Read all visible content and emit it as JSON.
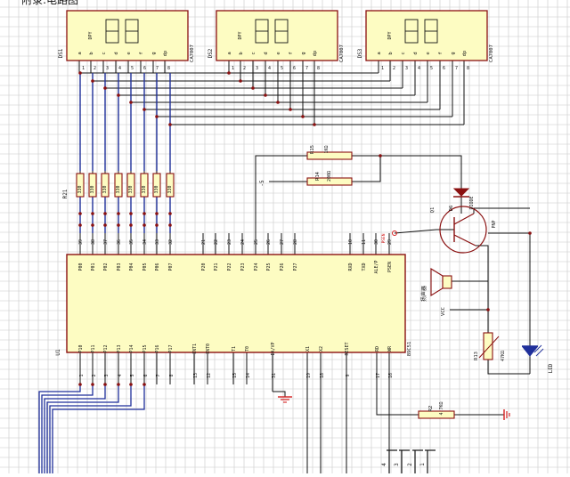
{
  "heading": "附录:电路图",
  "colors": {
    "grid": "#c8c8c8",
    "wire": "#101010",
    "bus": "#1f2f9a",
    "component": "#8a1010",
    "fill": "#fdfcc2",
    "pin_text": "#141414",
    "accent": "#d62020"
  },
  "displays": [
    {
      "ref": "DS1",
      "part": "CA7007"
    },
    {
      "ref": "DS2",
      "part": "CA7007"
    },
    {
      "ref": "DS3",
      "part": "CA7007"
    }
  ],
  "display_pins": [
    "a",
    "b",
    "c",
    "d",
    "e",
    "f",
    "g",
    "dp"
  ],
  "display_pin_numbers": [
    "1",
    "2",
    "3",
    "4",
    "5",
    "6",
    "7",
    "8"
  ],
  "display_corner": "DPY",
  "mcu": {
    "ref": "U1",
    "part": "89C51",
    "p0": [
      "P00",
      "P01",
      "P02",
      "P03",
      "P04",
      "P05",
      "P06",
      "P07"
    ],
    "p0_pins": [
      "39",
      "38",
      "37",
      "36",
      "35",
      "34",
      "33",
      "32"
    ],
    "p2": [
      "P20",
      "P21",
      "P22",
      "P23",
      "P24",
      "P25",
      "P26",
      "P27"
    ],
    "p2_pins": [
      "21",
      "22",
      "23",
      "24",
      "25",
      "26",
      "27",
      "28"
    ],
    "top_right": [
      "RXD",
      "TXD",
      "ALE/P",
      "PSEN"
    ],
    "top_right_pins": [
      "10",
      "11",
      "30",
      "29"
    ],
    "p1": [
      "P10",
      "P11",
      "P12",
      "P13",
      "P14",
      "P15",
      "P16",
      "P17"
    ],
    "p1_pins": [
      "1",
      "2",
      "3",
      "4",
      "5",
      "6",
      "7",
      "8"
    ],
    "bottom_mid": [
      "INT1",
      "INT0",
      "T1",
      "T0",
      "EA/VP",
      "X1",
      "X2",
      "RESET",
      "RD",
      "WR"
    ],
    "bottom_mid_pins": [
      "13",
      "12",
      "15",
      "14",
      "31",
      "19",
      "18",
      "9",
      "17",
      "16"
    ]
  },
  "resistors": {
    "network": {
      "ref": "R21",
      "values": [
        "330",
        "330",
        "330",
        "330",
        "330",
        "330",
        "330",
        "330"
      ]
    },
    "r15": {
      "ref": "R15",
      "value": "1KΩ"
    },
    "r14": {
      "ref": "R14",
      "value": "200Ω"
    },
    "r13": {
      "ref": "R13",
      "value": "47KΩ"
    },
    "r2": {
      "ref": "R2",
      "value": "4.7KΩ"
    }
  },
  "transistor": {
    "ref": "Q1",
    "part": "PNP"
  },
  "diode": {
    "ref": "D6",
    "part": "DIODE"
  },
  "speaker": {
    "label": "扬声器"
  },
  "led": {
    "label": "LED"
  },
  "vcc": "VCC",
  "minus": "-5",
  "bottom_header": [
    "4",
    "3",
    "2",
    "1"
  ]
}
